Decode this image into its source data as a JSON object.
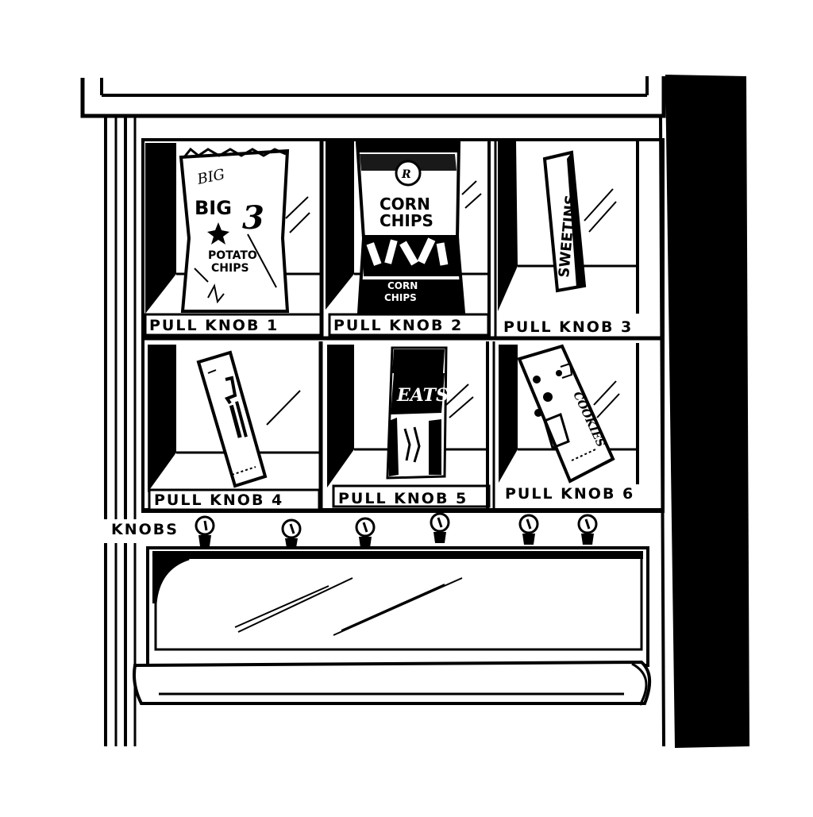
{
  "machine": {
    "knobs_label": "KNOBS",
    "slots": [
      {
        "id": 1,
        "label": "PULL KNOB 1",
        "product": {
          "kind": "bag",
          "lines": [
            "BIG",
            "3",
            "POTATO",
            "CHIPS"
          ]
        }
      },
      {
        "id": 2,
        "label": "PULL KNOB 2",
        "product": {
          "kind": "bag",
          "lines": [
            "CORN",
            "CHIPS",
            "CORN",
            "CHIPS"
          ]
        }
      },
      {
        "id": 3,
        "label": "PULL KNOB 3",
        "product": {
          "kind": "bar",
          "lines": [
            "SWEETINS"
          ]
        }
      },
      {
        "id": 4,
        "label": "PULL KNOB 4",
        "product": {
          "kind": "bar",
          "lines": []
        }
      },
      {
        "id": 5,
        "label": "PULL KNOB 5",
        "product": {
          "kind": "bar",
          "lines": [
            "EATS"
          ]
        }
      },
      {
        "id": 6,
        "label": "PULL KNOB 6",
        "product": {
          "kind": "bar",
          "lines": [
            "COOKIES"
          ]
        }
      }
    ],
    "colors": {
      "ink": "#000000",
      "paper": "#ffffff"
    }
  }
}
